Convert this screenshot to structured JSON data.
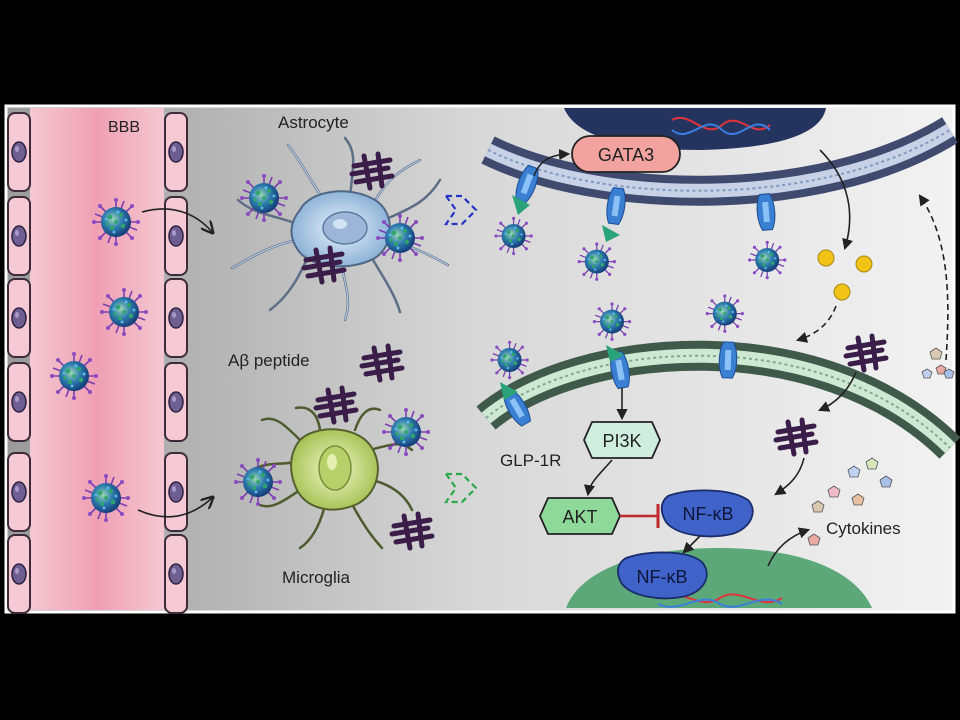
{
  "figure": {
    "labels": {
      "bbb": "BBB",
      "astrocyte": "Astrocyte",
      "abeta": "Aβ peptide",
      "microglia": "Microglia",
      "glp1r": "GLP-1R",
      "cytokines": "Cytokines"
    },
    "nodes": {
      "gata3": "GATA3",
      "pi3k": "PI3K",
      "akt": "AKT",
      "nfkb_cyto": "NF-κB",
      "nfkb_nuc": "NF-κB"
    },
    "colors": {
      "bbb_band": "#f0b9c6",
      "cell_pink": "#f3c6d1",
      "nucleus_purple": "#7b6a9c",
      "astrocyte": "#bcd6ee",
      "microglia": "#d7e89a",
      "abeta": "#3b1d4a",
      "gata3_fill": "#f2a3a0",
      "pi3k_fill": "#cfeee0",
      "akt_fill": "#8fd99a",
      "nfkb_fill": "#3f63c9",
      "membrane_upper": "#3f4a6e",
      "membrane_lower": "#3f5a4a",
      "nucleus_upper": "#25345e",
      "nucleus_lower": "#5da878",
      "inhibit": "#c0282d",
      "dots_yellow": "#f2c418"
    }
  }
}
